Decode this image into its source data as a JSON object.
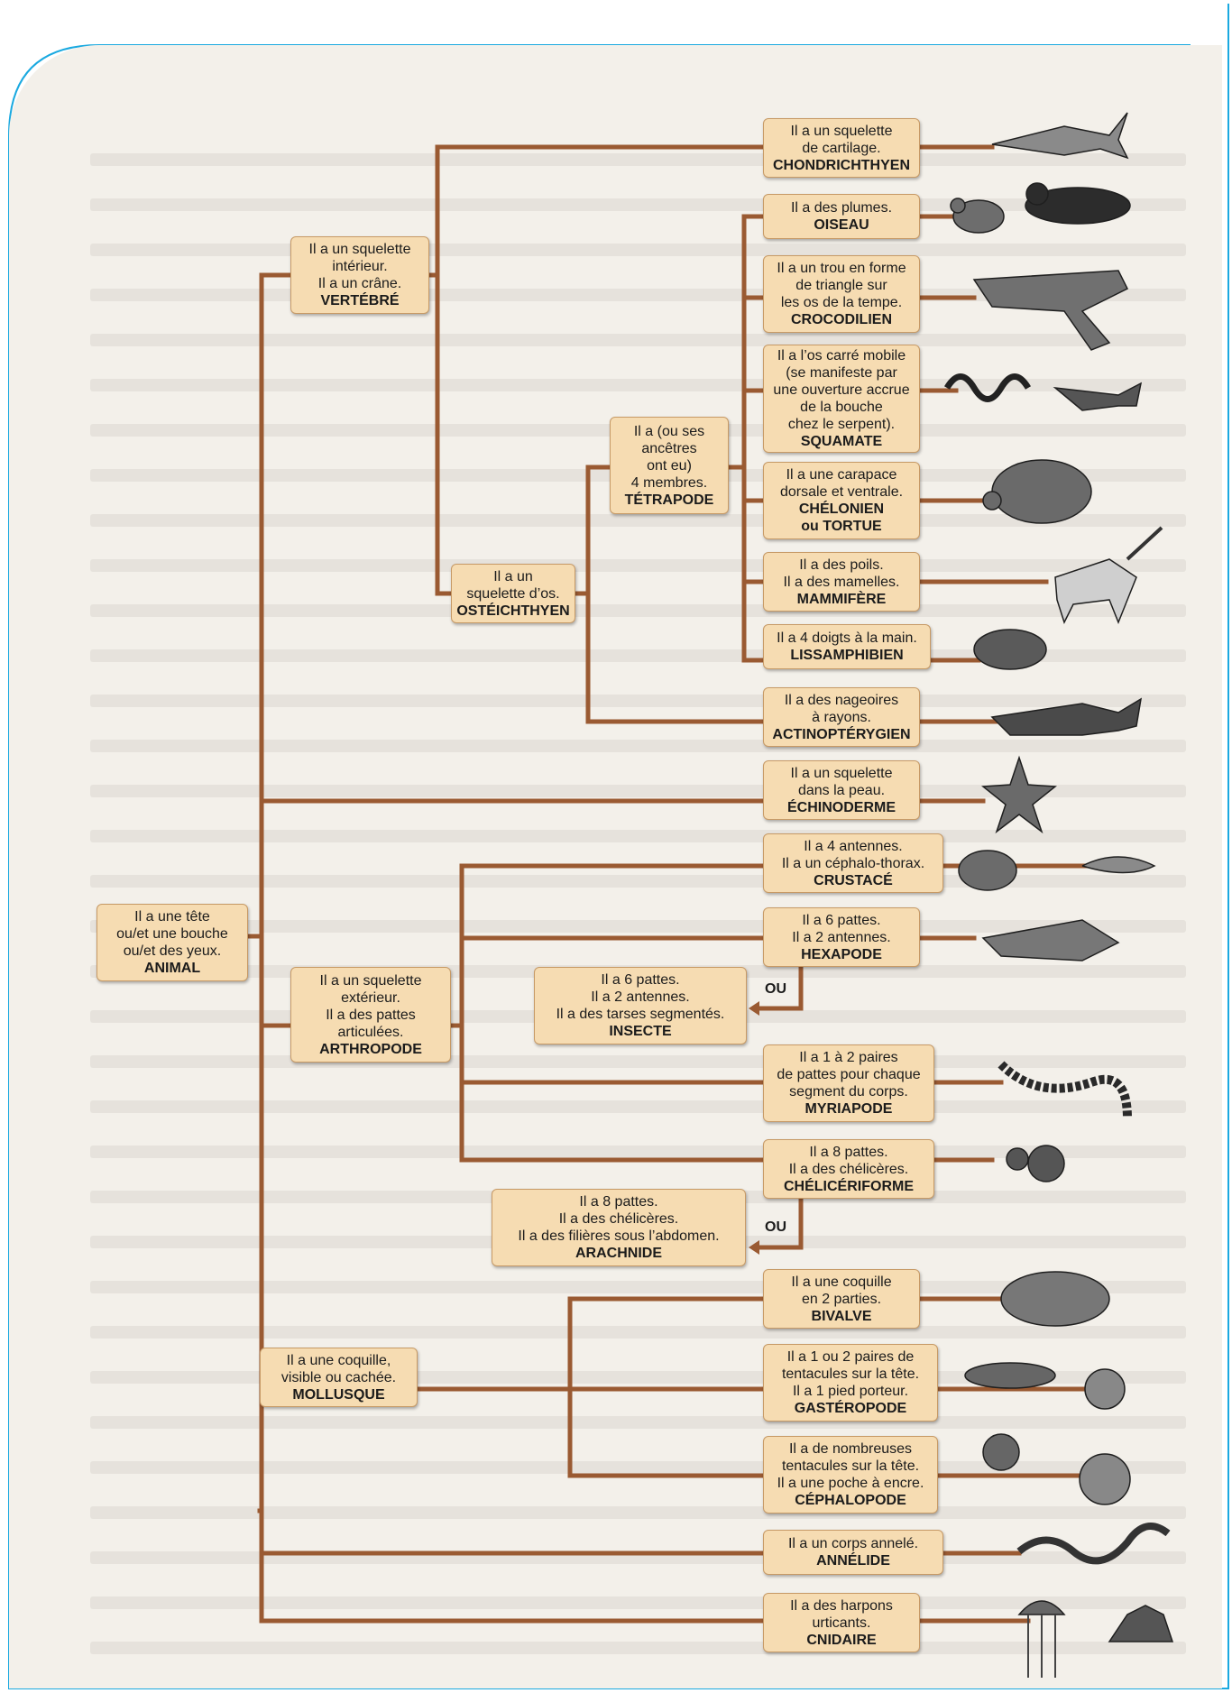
{
  "colors": {
    "line": "#9a5a32",
    "box": "#f6dcb2",
    "border": "#1aa9e0",
    "paper": "#f3f0ea"
  },
  "nodes": {
    "animal": {
      "text": "Il a une tête\nou/et une bouche\nou/et des yeux.",
      "name": "ANIMAL"
    },
    "vertebre": {
      "text": "Il a un squelette\nintérieur.\nIl a un crâne.",
      "name": "VERTÉBRÉ"
    },
    "osteichthyen": {
      "text": "Il a un\nsquelette d’os.",
      "name": "OSTÉICHTHYEN"
    },
    "tetrapode": {
      "text": "Il a (ou ses\nancêtres\nont eu)\n4 membres.",
      "name": "TÉTRAPODE"
    },
    "chondrichthyen": {
      "text": "Il a un squelette\nde cartilage.",
      "name": "CHONDRICHTHYEN"
    },
    "oiseau": {
      "text": "Il a des plumes.",
      "name": "OISEAU"
    },
    "crocodilien": {
      "text": "Il a un trou en forme\nde triangle sur\nles os de la tempe.",
      "name": "CROCODILIEN"
    },
    "squamate": {
      "text": "Il a l’os carré mobile\n(se manifeste par\nune ouverture accrue\nde la bouche\nchez le serpent).",
      "name": "SQUAMATE"
    },
    "chelonien": {
      "text": "Il a une carapace\ndorsale et ventrale.",
      "name": "CHÉLONIEN\nou TORTUE"
    },
    "mammifere": {
      "text": "Il a des poils.\nIl a des mamelles.",
      "name": "MAMMIFÈRE"
    },
    "lissamphibien": {
      "text": "Il a 4 doigts à la main.",
      "name": "LISSAMPHIBIEN"
    },
    "actinopterygien": {
      "text": "Il a des nageoires\nà rayons.",
      "name": "ACTINOPTÉRYGIEN"
    },
    "echinoderme": {
      "text": "Il a un squelette\ndans la peau.",
      "name": "ÉCHINODERME"
    },
    "arthropode": {
      "text": "Il a un squelette\nextérieur.\nIl a des pattes\narticulées.",
      "name": "ARTHROPODE"
    },
    "crustace": {
      "text": "Il a 4 antennes.\nIl a un céphalo-thorax.",
      "name": "CRUSTACÉ"
    },
    "hexapode": {
      "text": "Il a 6 pattes.\nIl a 2 antennes.",
      "name": "HEXAPODE"
    },
    "insecte": {
      "text": "Il a 6 pattes.\nIl a 2 antennes.\nIl a des tarses segmentés.",
      "name": "INSECTE"
    },
    "myriapode": {
      "text": "Il a 1 à 2 paires\nde pattes pour chaque\nsegment du corps.",
      "name": "MYRIAPODE"
    },
    "cheliceriforme": {
      "text": "Il a 8 pattes.\nIl a des chélicères.",
      "name": "CHÉLICÉRIFORME"
    },
    "arachnide": {
      "text": "Il a 8 pattes.\nIl a des chélicères.\nIl a des filières sous l’abdomen.",
      "name": "ARACHNIDE"
    },
    "mollusque": {
      "text": "Il a une coquille,\nvisible ou cachée.",
      "name": "MOLLUSQUE"
    },
    "bivalve": {
      "text": "Il a une coquille\nen 2 parties.",
      "name": "BIVALVE"
    },
    "gasteropode": {
      "text": "Il a 1 ou 2 paires de\ntentacules sur la tête.\nIl a 1 pied porteur.",
      "name": "GASTÉROPODE"
    },
    "cephalopode": {
      "text": "Il a de nombreuses\ntentacules sur la tête.\nIl a une poche à encre.",
      "name": "CÉPHALOPODE"
    },
    "annelide": {
      "text": "Il a un corps annelé.",
      "name": "ANNÉLIDE"
    },
    "cnidaire": {
      "text": "Il a des harpons\nurticants.",
      "name": "CNIDAIRE"
    }
  },
  "ou_label": "OU"
}
